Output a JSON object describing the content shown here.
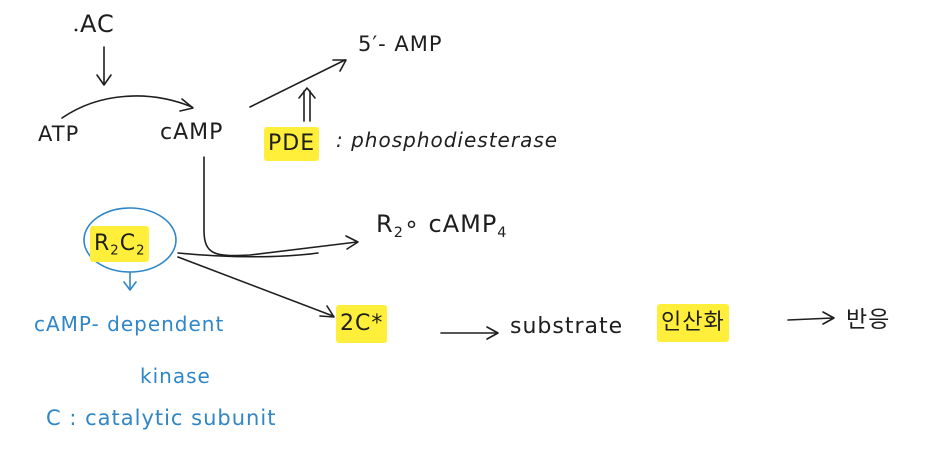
{
  "labels": {
    "ac": "AC",
    "atp": "ATP",
    "camp": "cAMP",
    "amp5": "5′- AMP",
    "pde": "PDE",
    "pde_def": ": phosphodiesterase",
    "r2c2_r": "R",
    "r2c2_2a": "2",
    "r2c2_c": "C",
    "r2c2_2b": "2",
    "r2camp_r": "R",
    "r2camp_2": "2",
    "r2camp_mid": "∘ cAMP",
    "r2camp_4": "4",
    "kinase_line1": "cAMP- dependent",
    "kinase_line2": "kinase",
    "catalytic": "C : catalytic subunit",
    "c_active": "2C*",
    "substrate": "substrate",
    "phosphorylation": "인산화",
    "reaction": "반응"
  },
  "colors": {
    "ink": "#1e1e1e",
    "blue": "#2f86c8",
    "highlight": "#ffef3a"
  }
}
